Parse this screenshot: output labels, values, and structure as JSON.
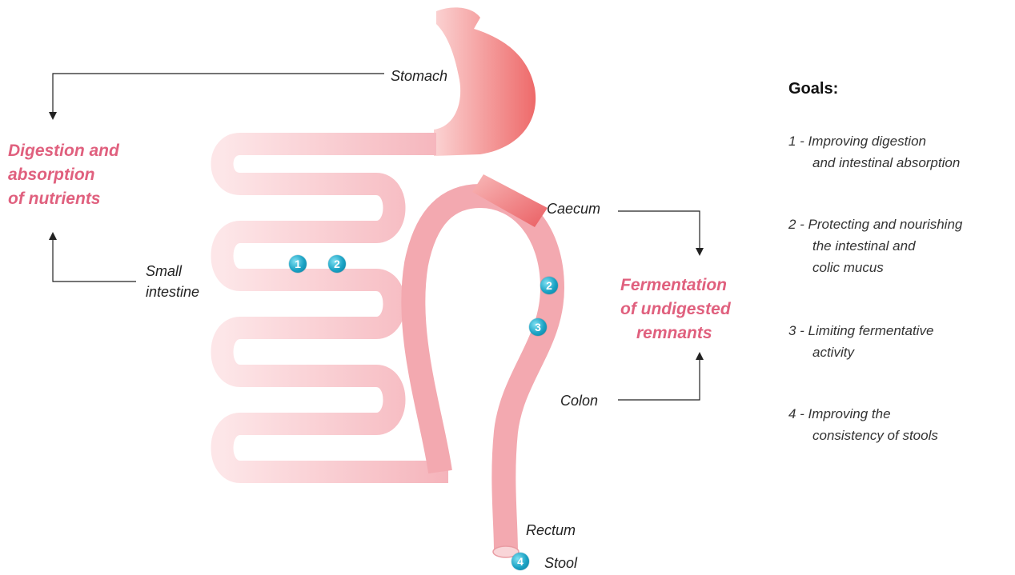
{
  "labels": {
    "stomach": "Stomach",
    "small_intestine": [
      "Small",
      "intestine"
    ],
    "caecum": "Caecum",
    "colon": "Colon",
    "rectum": "Rectum",
    "stool": "Stool"
  },
  "outcomes": {
    "digestion": [
      "Digestion and",
      "absorption",
      "of nutrients"
    ],
    "fermentation": [
      "Fermentation",
      "of undigested",
      "remnants"
    ]
  },
  "goals": {
    "title": "Goals:",
    "items": [
      {
        "lines": [
          "1 - Improving digestion",
          "and intestinal absorption"
        ]
      },
      {
        "lines": [
          "2 - Protecting and nourishing",
          "the intestinal and",
          "colic mucus"
        ]
      },
      {
        "lines": [
          "3 - Limiting fermentative",
          "activity"
        ]
      },
      {
        "lines": [
          "4 - Improving the",
          "consistency of stools"
        ]
      }
    ]
  },
  "badges": {
    "small_intestine": [
      "1",
      "2"
    ],
    "colon": [
      "2",
      "3"
    ],
    "stool": "4"
  },
  "colors": {
    "stomach": "#ee6c6c",
    "intestine": "#f7c6cc",
    "colon": "#f3a9b0",
    "accent_text": "#e0607e",
    "badge": "#1aa2c4"
  }
}
